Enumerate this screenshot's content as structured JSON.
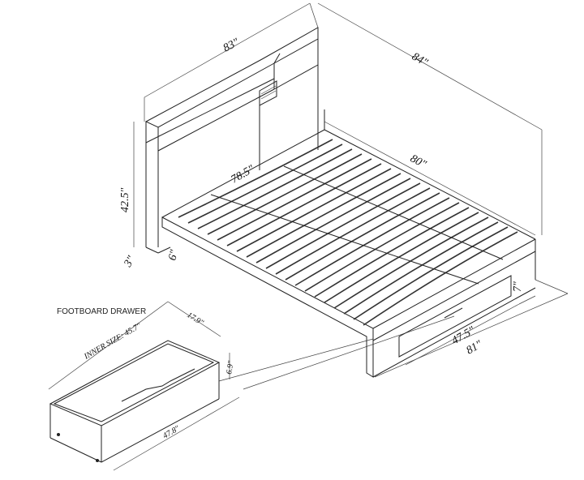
{
  "diagram": {
    "type": "bed-dimension-drawing",
    "main_bed": {
      "dimensions": {
        "headboard_width": "83\"",
        "overall_length": "84\"",
        "rail_length": "80\"",
        "inner_length": "78.5\"",
        "headboard_height": "42.5\"",
        "headboard_depth": "3\"",
        "rail_height": "6\"",
        "footboard_height": "7\"",
        "drawer_front_width": "47.5\"",
        "overall_width": "81\""
      }
    },
    "drawer": {
      "title": "FOOTBOARD DRAWER",
      "dimensions": {
        "inner_size": "INNER SIZE: 45.7\"",
        "depth": "17.9\"",
        "height": "6.9\"",
        "width": "47.8\""
      }
    }
  }
}
